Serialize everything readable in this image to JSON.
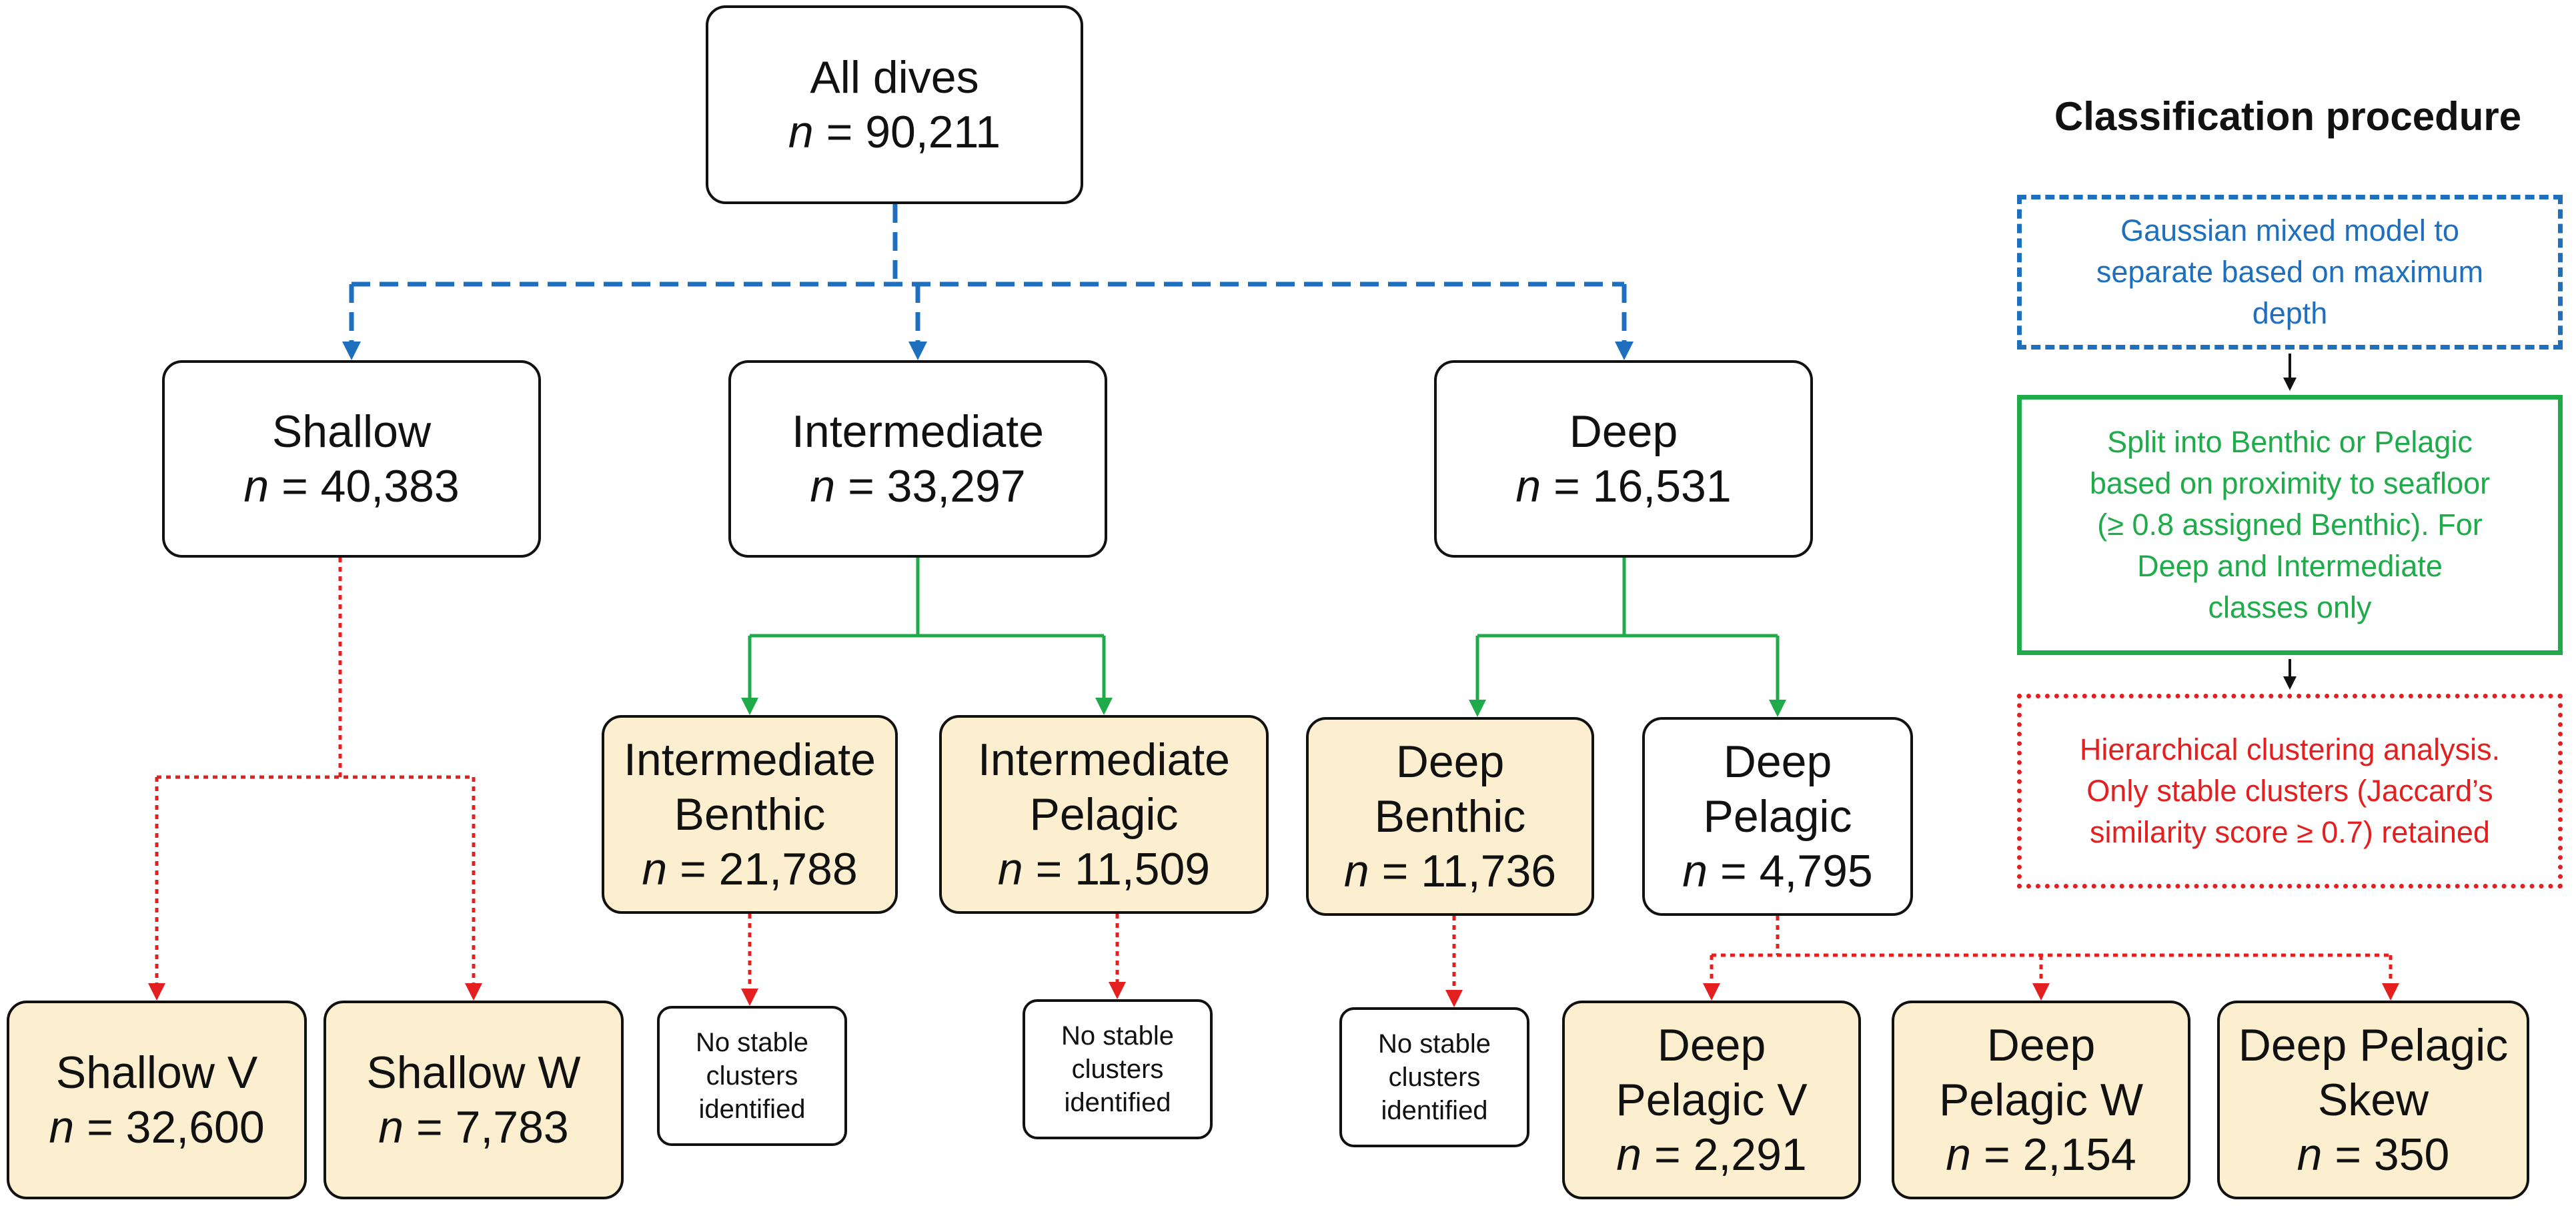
{
  "nodes": {
    "all": {
      "lines": [
        "All dives"
      ],
      "n": "90,211"
    },
    "shallow": {
      "lines": [
        "Shallow"
      ],
      "n": "40,383"
    },
    "inter": {
      "lines": [
        "Intermediate"
      ],
      "n": "33,297"
    },
    "deep": {
      "lines": [
        "Deep"
      ],
      "n": "16,531"
    },
    "inter_ben": {
      "lines": [
        "Intermediate",
        "Benthic"
      ],
      "n": "21,788"
    },
    "inter_pel": {
      "lines": [
        "Intermediate",
        "Pelagic"
      ],
      "n": "11,509"
    },
    "deep_ben": {
      "lines": [
        "Deep",
        "Benthic"
      ],
      "n": "11,736"
    },
    "deep_pel": {
      "lines": [
        "Deep",
        "Pelagic"
      ],
      "n": "4,795"
    },
    "shallow_v": {
      "lines": [
        "Shallow V"
      ],
      "n": "32,600"
    },
    "shallow_w": {
      "lines": [
        "Shallow W"
      ],
      "n": "7,783"
    },
    "deep_pel_v": {
      "lines": [
        "Deep",
        "Pelagic V"
      ],
      "n": "2,291"
    },
    "deep_pel_w": {
      "lines": [
        "Deep",
        "Pelagic W"
      ],
      "n": "2,154"
    },
    "deep_pel_skew": {
      "lines": [
        "Deep Pelagic",
        "Skew"
      ],
      "n": "350"
    },
    "no_stable_1": {
      "lines": [
        "No stable",
        "clusters",
        "identified"
      ]
    },
    "no_stable_2": {
      "lines": [
        "No stable",
        "clusters",
        "identified"
      ]
    },
    "no_stable_3": {
      "lines": [
        "No stable",
        "clusters",
        "identified"
      ]
    }
  },
  "n_prefix": "n",
  "n_equals": " = ",
  "procedure": {
    "title": "Classification procedure",
    "steps": [
      {
        "style": "dashed",
        "color": "#1f6fbf",
        "lines": [
          "Gaussian mixed model to",
          "separate based on maximum",
          "depth"
        ]
      },
      {
        "style": "solid",
        "color": "#1fab4a",
        "lines": [
          "Split into Benthic or Pelagic",
          "based on proximity to seafloor",
          "(≥ 0.8 assigned Benthic). For",
          "Deep and Intermediate",
          "classes only"
        ]
      },
      {
        "style": "dotted",
        "color": "#e31f1f",
        "lines": [
          "Hierarchical clustering analysis.",
          "Only stable clusters (Jaccard’s",
          "similarity score ≥ 0.7) retained"
        ]
      }
    ]
  },
  "colors": {
    "gmm": "#1f6fbf",
    "benthic_pelagic": "#1fab4a",
    "clustering": "#e31f1f",
    "node_fill": "#fcefd0",
    "border": "#111111"
  }
}
